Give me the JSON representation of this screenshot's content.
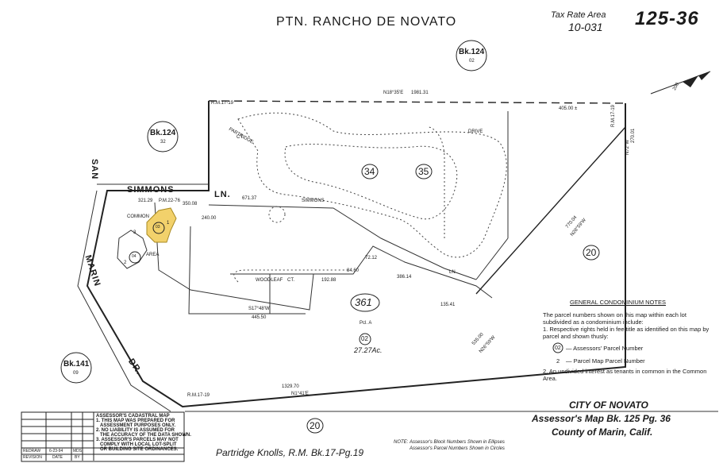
{
  "header": {
    "title": "PTN. RANCHO DE NOVATO",
    "tax_rate_area_label": "Tax Rate Area",
    "tax_rate_area": "10-031",
    "map_number": "125-36"
  },
  "book_refs": {
    "bk124_top": {
      "book": "Bk.124",
      "page": "02"
    },
    "bk124_left": {
      "book": "Bk.124",
      "page": "32"
    },
    "bk141": {
      "book": "Bk.141",
      "page": "09"
    }
  },
  "block_numbers": {
    "b34": "34",
    "b35": "35",
    "b20_right": "20",
    "b20_bottom": "20",
    "b361": "361"
  },
  "parcel_circles": {
    "p03": "03",
    "p04": "04",
    "p02": "02"
  },
  "parcel_map_numbers": {
    "n1": "1",
    "n2": "2",
    "n3": "3"
  },
  "streets": {
    "san": "SAN",
    "marin": "MARIN",
    "dr": "DR.",
    "simmons": "SIMMONS",
    "ln": "LN.",
    "simmons_inner": "SIMMONS",
    "woodleaf": "WOODLEAF",
    "woodleaf_ct": "CT.",
    "partridge": "PARTRIDGE",
    "partridge_ct": "CT.",
    "drive": "DRIVE",
    "ln_small": "LN"
  },
  "boundary": {
    "north": "N18°35'E",
    "north_dist": "1981.31",
    "rm_top": "R.M.17-19",
    "rm_right": "R.M.17-19",
    "rm_bottom": "R.M.17-19",
    "south": "N1°41'E",
    "south_dist": "1329.70",
    "east_dist": "405.00 ±",
    "east_dist2": "270.01",
    "east_bearing": "N72°W",
    "se_dist": "770.04",
    "se_bearing": "N28°59'W",
    "sw_dist": "535.00",
    "sw_bearing": "N26°59'W"
  },
  "inner_labels": {
    "simmons_dist": "671.37",
    "simmons_dist2": "350.08",
    "common": "COMMON",
    "area": "AREA",
    "pm": "P.M.22-76",
    "d321": "321.29",
    "d240": "240.00",
    "d445": "445.50",
    "b517": "S17°48'W",
    "d192": "192.88",
    "d84": "84.60",
    "d72": "72.12",
    "d386": "386.14",
    "d135": "135.41",
    "pcl_a": "Pcl. A",
    "acres": "27.27Ac."
  },
  "notes": {
    "heading": "GENERAL CONDOMINIUM NOTES",
    "intro": "The parcel numbers shown on this map within each lot subdivided as a condominium include:",
    "item1": "1. Respective rights held in fee title as identified on this map by parcel and shown thusly:",
    "legend1_num": "02",
    "legend1_text": "— Assessors' Parcel Number",
    "legend2_num": "2",
    "legend2_text": "— Parcel Map Parcel Number",
    "item2": "2. An undivided interest as tenants in common in the Common Area."
  },
  "title_block": {
    "city": "CITY OF NOVATO",
    "assessor": "Assessor's Map Bk. 125 Pg. 36",
    "county": "County of Marin, Calif."
  },
  "footer": {
    "subdivision": "Partridge Knolls, R.M. Bk.17-Pg.19",
    "note_label": "NOTE:",
    "note1": "Assessor's Block Numbers Shown in Ellipses",
    "note2": "Assessor's Parcel Numbers Shown in Circles"
  },
  "disclaimer": {
    "l1": "ASSESSOR'S CADASTRAL MAP",
    "l2": "1. THIS MAP WAS PREPARED FOR",
    "l3": "ASSESSMENT PURPOSES ONLY.",
    "l4": "2. NO LIABILITY IS ASSUMED FOR",
    "l5": "THE ACCURACY OF THE DATA SHOWN.",
    "l6": "3. ASSESSOR'S PARCELS MAY NOT",
    "l7": "COMPLY WITH LOCAL LOT-SPLIT",
    "l8": "OR BUILDING SITE ORDINANCES."
  },
  "revision": {
    "redraw": "REDRAW",
    "redraw_date": "6-23-94",
    "redraw_by": "MDS",
    "revision": "REVISION",
    "date": "DATE",
    "by": "BY"
  },
  "north_arrow": {
    "label": "200"
  }
}
